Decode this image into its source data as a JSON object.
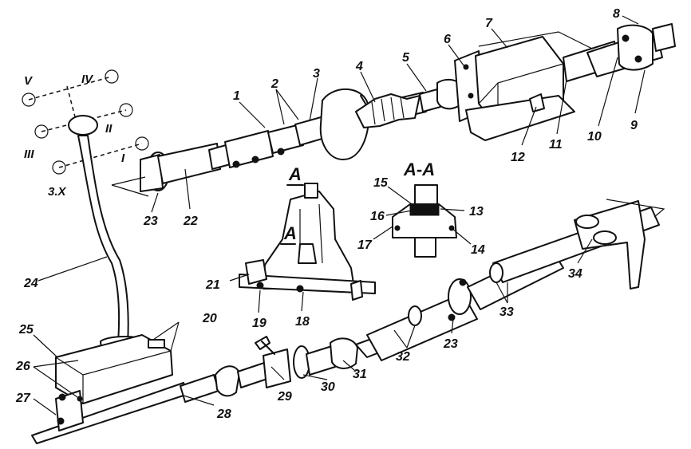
{
  "diagram": {
    "callouts": [
      "1",
      "2",
      "3",
      "4",
      "5",
      "6",
      "7",
      "8",
      "9",
      "10",
      "11",
      "12",
      "13",
      "14",
      "15",
      "16",
      "17",
      "18",
      "19",
      "20",
      "21",
      "22",
      "23",
      "23",
      "24",
      "25",
      "26",
      "27",
      "28",
      "29",
      "30",
      "31",
      "32",
      "33",
      "34"
    ],
    "gear_labels": {
      "g5": "V",
      "g4": "IV",
      "g3": "III",
      "g2": "II",
      "g1": "I",
      "reverse": "3.X"
    },
    "section_labels": {
      "section_top": "A",
      "section_left": "A",
      "section_view": "A-A"
    }
  }
}
